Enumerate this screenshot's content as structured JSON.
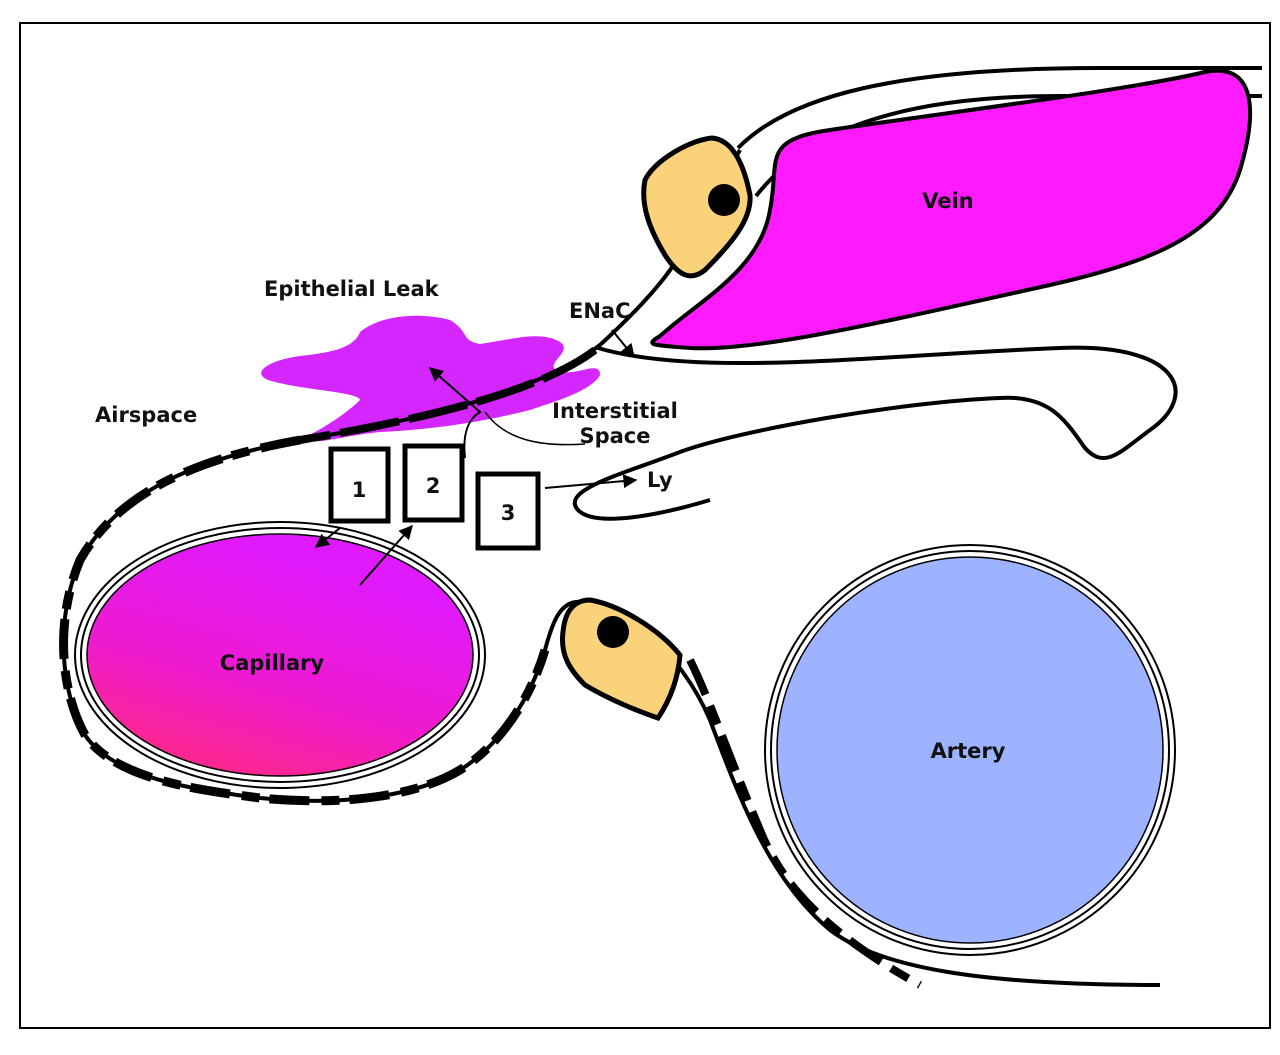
{
  "labels": {
    "epithelial_leak": "Epithelial Leak",
    "enac": "ENaC",
    "airspace": "Airspace",
    "interstitial_line1": "Interstitial",
    "interstitial_line2": "Space",
    "ly": "Ly",
    "vein": "Vein",
    "capillary": "Capillary",
    "artery": "Artery"
  },
  "boxes": [
    "1",
    "2",
    "3"
  ],
  "colors": {
    "vein": "#ff1aff",
    "leak": "#cc00ff",
    "capillary_top": "#e01aff",
    "capillary_bottom": "#ff2a80",
    "artery": "#9eb3ff",
    "cell": "#fad27a",
    "outline": "#000000"
  }
}
